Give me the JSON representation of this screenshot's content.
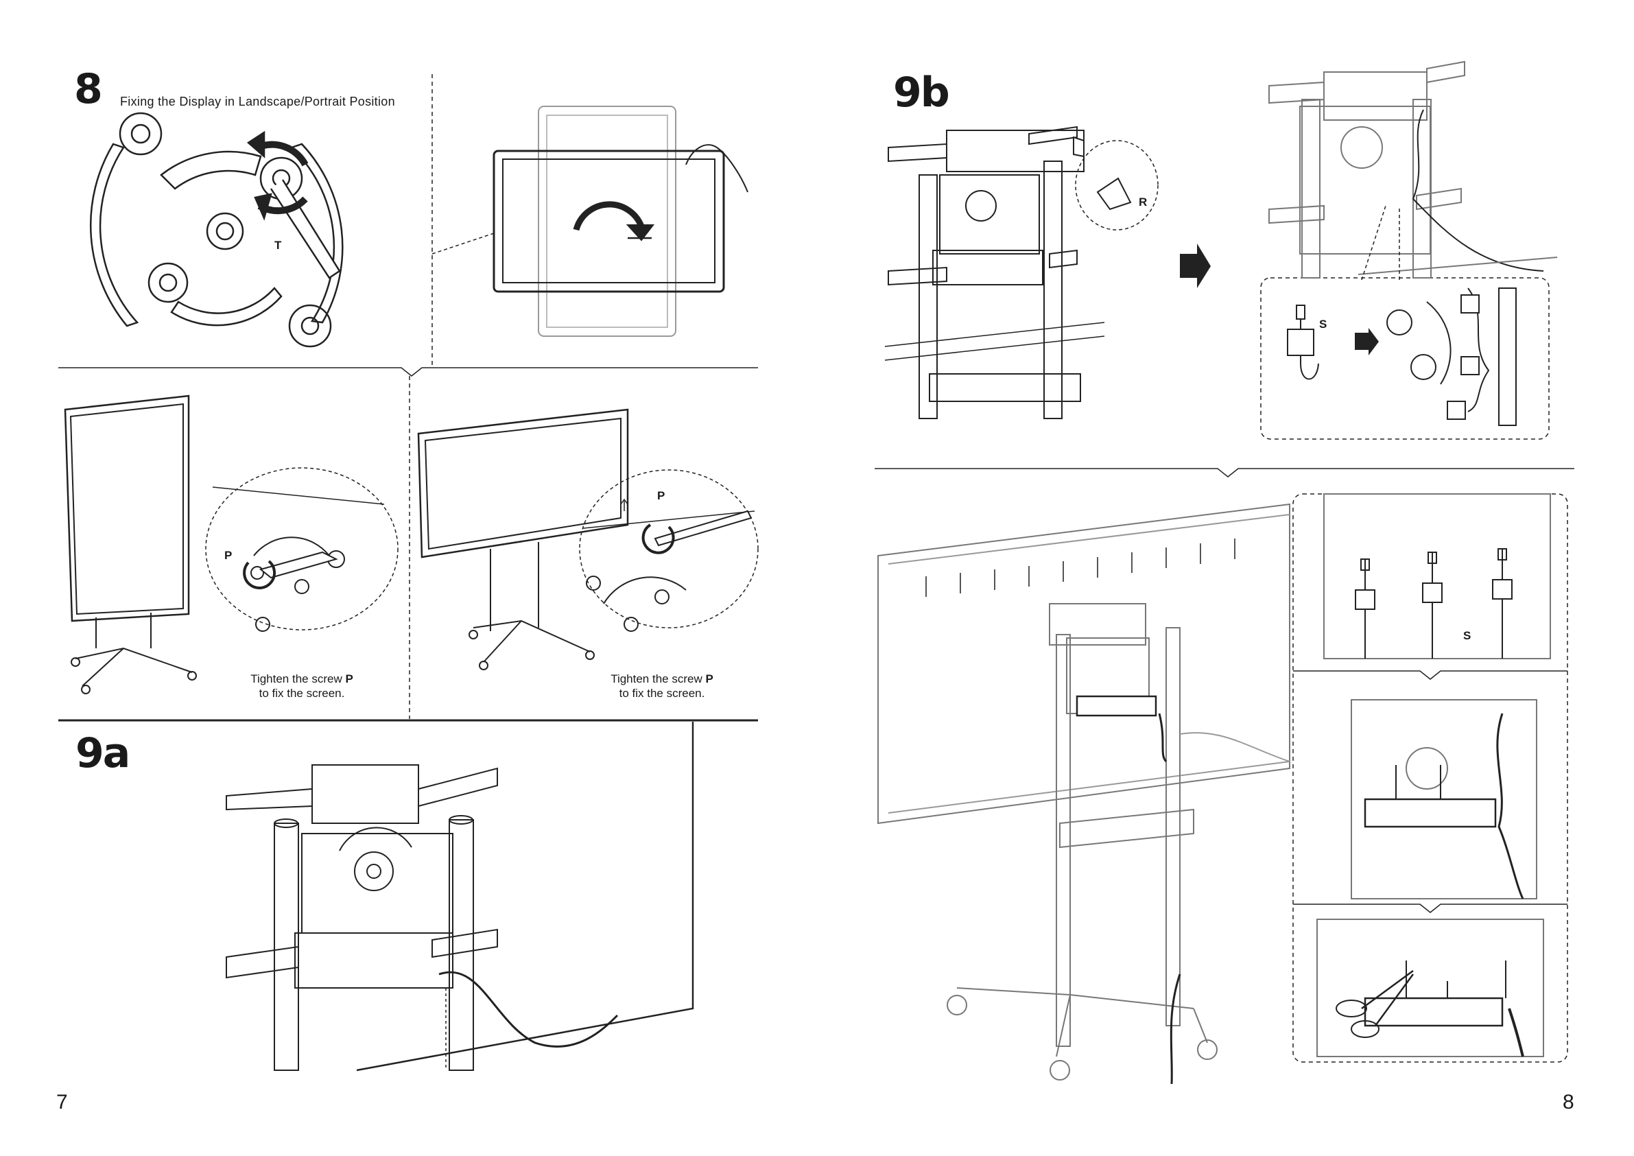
{
  "left_page": {
    "step8": {
      "number": "8",
      "title": "Fixing the Display in Landscape/Portrait Position",
      "label_T": "T",
      "captions": [
        {
          "pre": "Tighten the screw ",
          "bold": "P",
          "post": "to fix the screen."
        },
        {
          "pre": "Tighten the screw ",
          "bold": "P",
          "post": "to fix the screen."
        }
      ],
      "label_P": "P",
      "label_P2": "P"
    },
    "step9a": {
      "number": "9a"
    },
    "page_number": "7"
  },
  "right_page": {
    "step9b": {
      "number": "9b",
      "label_R": "R",
      "label_S": "S",
      "label_S2": "S"
    },
    "page_number": "8"
  }
}
